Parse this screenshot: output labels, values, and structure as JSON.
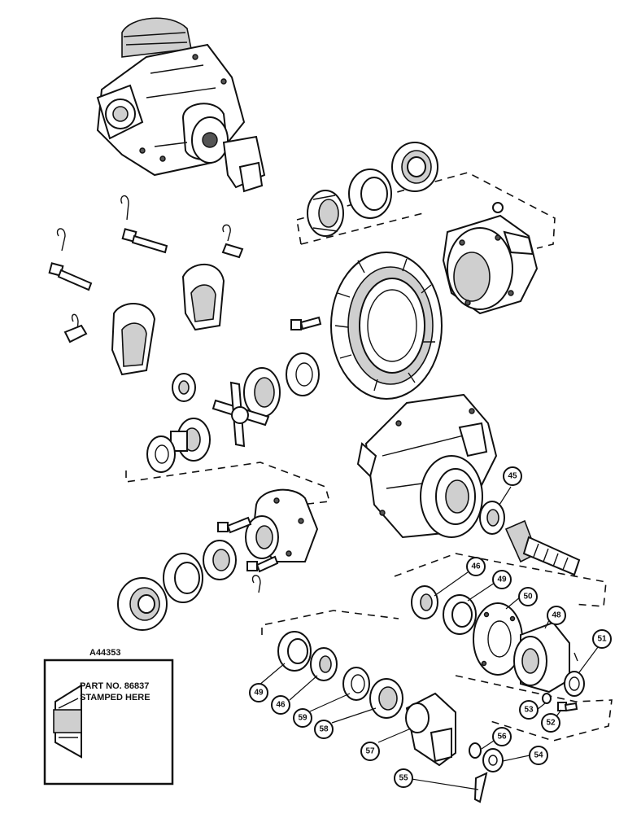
{
  "figure": {
    "reference_number": "A44353",
    "inset": {
      "line1": "PART NO. 86837",
      "line2": "STAMPED HERE"
    },
    "callouts": [
      {
        "id": "c45",
        "label": "45"
      },
      {
        "id": "c46a",
        "label": "46"
      },
      {
        "id": "c49a",
        "label": "49"
      },
      {
        "id": "c50",
        "label": "50"
      },
      {
        "id": "c48",
        "label": "48"
      },
      {
        "id": "c51",
        "label": "51"
      },
      {
        "id": "c49b",
        "label": "49"
      },
      {
        "id": "c46b",
        "label": "46"
      },
      {
        "id": "c59",
        "label": "59"
      },
      {
        "id": "c58",
        "label": "58"
      },
      {
        "id": "c57",
        "label": "57"
      },
      {
        "id": "c56",
        "label": "56"
      },
      {
        "id": "c53",
        "label": "53"
      },
      {
        "id": "c52",
        "label": "52"
      },
      {
        "id": "c54",
        "label": "54"
      },
      {
        "id": "c55",
        "label": "55"
      }
    ]
  }
}
